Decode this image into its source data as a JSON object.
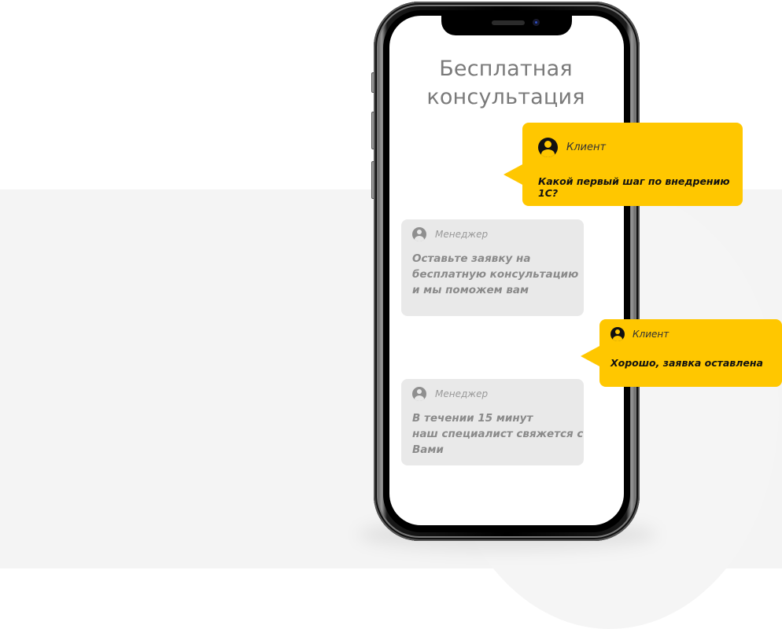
{
  "colors": {
    "accent_yellow": "#ffc700",
    "manager_bubble": "#e9e9e9",
    "background_band": "#f4f4f4",
    "title_gray": "#7a7a7a"
  },
  "screen": {
    "title_line1": "Бесплатная",
    "title_line2": "консультация"
  },
  "chat": {
    "messages": [
      {
        "role": "client",
        "author": "Клиент",
        "icon": "user-circle-icon",
        "text": "Какой первый шаг по внедрению 1С?"
      },
      {
        "role": "manager",
        "author": "Менеджер",
        "icon": "user-circle-icon",
        "lines": [
          "Оставьте заявку на",
          "бесплатную консультацию",
          "и мы поможем вам"
        ]
      },
      {
        "role": "client",
        "author": "Клиент",
        "icon": "user-circle-icon",
        "text": "Хорошо, заявка оставлена"
      },
      {
        "role": "manager",
        "author": "Менеджер",
        "icon": "user-circle-icon",
        "lines": [
          "В течении 15 минут",
          "наш специалист свяжется с",
          "Вами"
        ]
      }
    ]
  }
}
